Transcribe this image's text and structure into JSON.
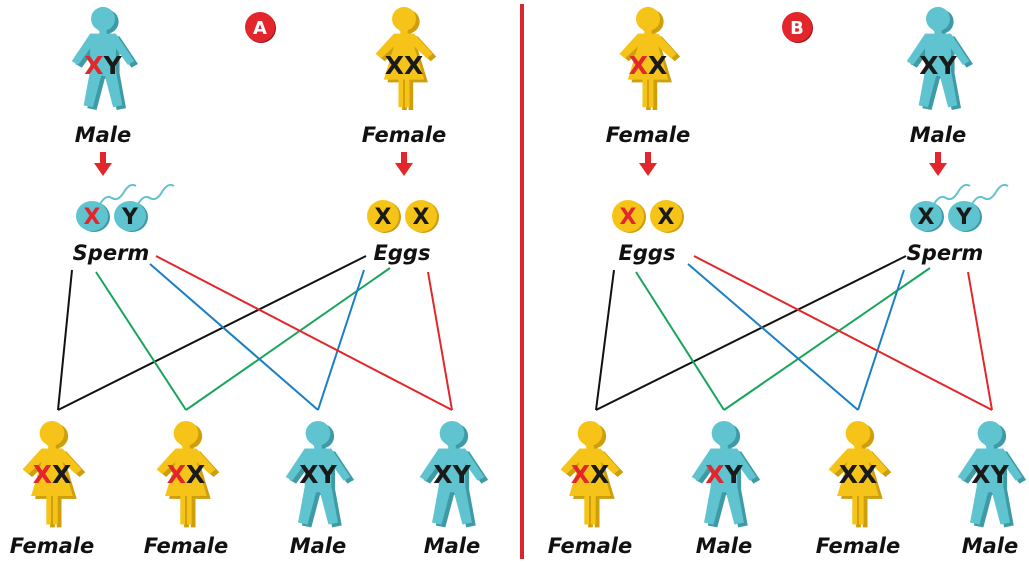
{
  "colors": {
    "male": "#5fc4cf",
    "male_dark": "#3e9ba6",
    "female": "#f6c419",
    "female_dark": "#cf9e0b",
    "x_from_mother": "#e3262b",
    "chromosome": "#1a1a1a",
    "divider": "#d7282f",
    "arrow": "#e3262b",
    "line_black": "#111111",
    "line_green": "#17a55b",
    "line_blue": "#1a7fc4",
    "line_red": "#e3262b",
    "badge": "#e3262b"
  },
  "panel_a": {
    "badge": "A",
    "parent_left": {
      "label": "Male",
      "figure": "male-figure",
      "chromosomes": [
        "X",
        "Y"
      ],
      "red": [
        true,
        false
      ]
    },
    "parent_right": {
      "label": "Female",
      "figure": "female-figure",
      "chromosomes": [
        "X",
        "X"
      ],
      "red": [
        false,
        false
      ]
    },
    "gamete_left": {
      "label": "Sperm",
      "type": "sperm",
      "chromosomes": [
        "X",
        "Y"
      ],
      "red": [
        true,
        false
      ]
    },
    "gamete_right": {
      "label": "Eggs",
      "type": "egg",
      "chromosomes": [
        "X",
        "X"
      ],
      "red": [
        false,
        false
      ]
    },
    "offspring": [
      {
        "label": "Female",
        "figure": "female-figure",
        "chromosomes": [
          "X",
          "X"
        ],
        "red": [
          true,
          false
        ]
      },
      {
        "label": "Female",
        "figure": "female-figure",
        "chromosomes": [
          "X",
          "X"
        ],
        "red": [
          true,
          false
        ]
      },
      {
        "label": "Male",
        "figure": "male-figure",
        "chromosomes": [
          "X",
          "Y"
        ],
        "red": [
          false,
          false
        ]
      },
      {
        "label": "Male",
        "figure": "male-figure",
        "chromosomes": [
          "X",
          "Y"
        ],
        "red": [
          false,
          false
        ]
      }
    ]
  },
  "panel_b": {
    "badge": "B",
    "parent_left": {
      "label": "Female",
      "figure": "female-figure",
      "chromosomes": [
        "X",
        "X"
      ],
      "red": [
        true,
        false
      ]
    },
    "parent_right": {
      "label": "Male",
      "figure": "male-figure",
      "chromosomes": [
        "X",
        "Y"
      ],
      "red": [
        false,
        false
      ]
    },
    "gamete_left": {
      "label": "Eggs",
      "type": "egg",
      "chromosomes": [
        "X",
        "X"
      ],
      "red": [
        true,
        false
      ]
    },
    "gamete_right": {
      "label": "Sperm",
      "type": "sperm",
      "chromosomes": [
        "X",
        "Y"
      ],
      "red": [
        false,
        false
      ]
    },
    "offspring": [
      {
        "label": "Female",
        "figure": "female-figure",
        "chromosomes": [
          "X",
          "X"
        ],
        "red": [
          true,
          false
        ]
      },
      {
        "label": "Male",
        "figure": "male-figure",
        "chromosomes": [
          "X",
          "Y"
        ],
        "red": [
          true,
          false
        ]
      },
      {
        "label": "Female",
        "figure": "female-figure",
        "chromosomes": [
          "X",
          "X"
        ],
        "red": [
          false,
          false
        ]
      },
      {
        "label": "Male",
        "figure": "male-figure",
        "chromosomes": [
          "X",
          "Y"
        ],
        "red": [
          false,
          false
        ]
      }
    ]
  }
}
